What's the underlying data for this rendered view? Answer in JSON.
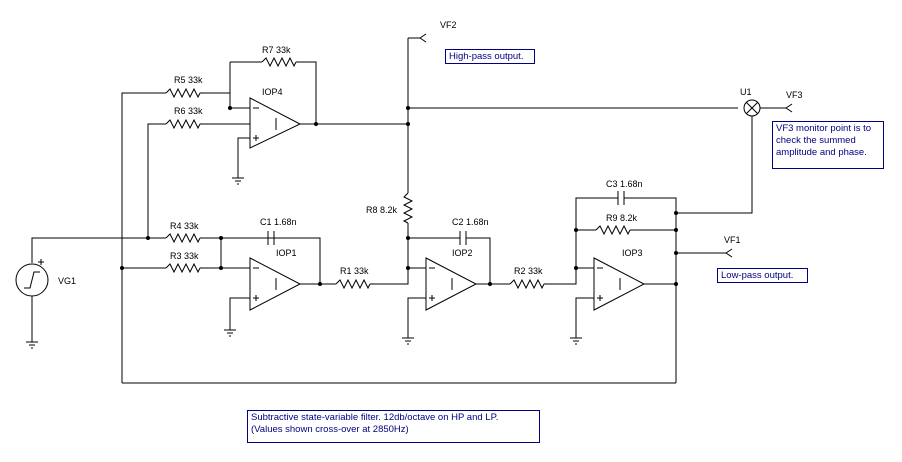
{
  "components": {
    "R7": "R7 33k",
    "R5": "R5 33k",
    "R6": "R6 33k",
    "IOP4": "IOP4",
    "VF2": "VF2",
    "U1": "U1",
    "VF3": "VF3",
    "R4": "R4 33k",
    "C1": "C1 1.68n",
    "IOP1": "IOP1",
    "R3": "R3 33k",
    "R1": "R1 33k",
    "R8": "R8 8.2k",
    "C2": "C2 1.68n",
    "IOP2": "IOP2",
    "R2": "R2 33k",
    "C3": "C3 1.68n",
    "R9": "R9 8.2k",
    "IOP3": "IOP3",
    "VF1": "VF1",
    "VG1": "VG1"
  },
  "notes": {
    "high_pass": "High-pass output.",
    "monitor": "VF3 monitor point is to check the summed amplitude and phase.",
    "low_pass": "Low-pass output.",
    "description_line1": "Subtractive state-variable filter.  12db/octave on HP and LP.",
    "description_line2": "(Values shown cross-over at 2850Hz)"
  },
  "colors": {
    "wire": "#000000",
    "note_text": "#000080",
    "note_border": "#000080"
  }
}
